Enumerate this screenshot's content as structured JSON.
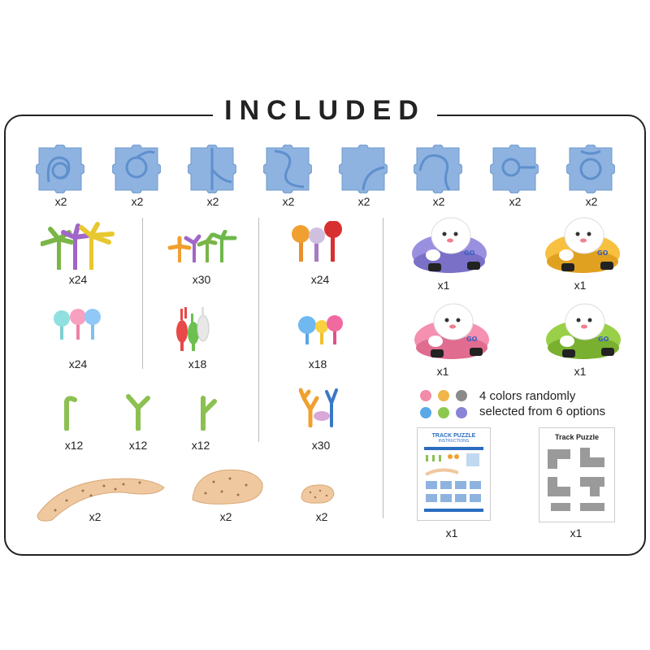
{
  "title": "INCLUDED",
  "tiles": {
    "qty": [
      "x2",
      "x2",
      "x2",
      "x2",
      "x2",
      "x2",
      "x2",
      "x2"
    ],
    "color": "#8eb3e0",
    "track_color": "#5f8fcd"
  },
  "plants": {
    "palm_trees": "x24",
    "small_palms": "x30",
    "flowers_round": "x24",
    "flowers_pastel": "x24",
    "bunny_rabbits": "x18",
    "flowers_colored": "x18",
    "stem_one": "x12",
    "stem_two": "x12",
    "stem_three": "x12",
    "coral": "x30"
  },
  "rocks": {
    "large": "x2",
    "medium": "x2",
    "small": "x2"
  },
  "cars": {
    "purple": "x1",
    "yellow": "x1",
    "pink": "x1",
    "green": "x1"
  },
  "colors_note": {
    "line1": "4 colors randomly",
    "line2": "selected from 6 options",
    "dots": [
      "#f08ca8",
      "#f0b64a",
      "#8a8a8a",
      "#5aa8e8",
      "#8cc84e",
      "#8a84d8"
    ]
  },
  "docs": {
    "instructions_title": "TRACK PUZZLE",
    "instructions_subtitle": "INSTRUCTIONS",
    "instructions_qty": "x1",
    "puzzle_title": "Track Puzzle",
    "puzzle_qty": "x1"
  }
}
